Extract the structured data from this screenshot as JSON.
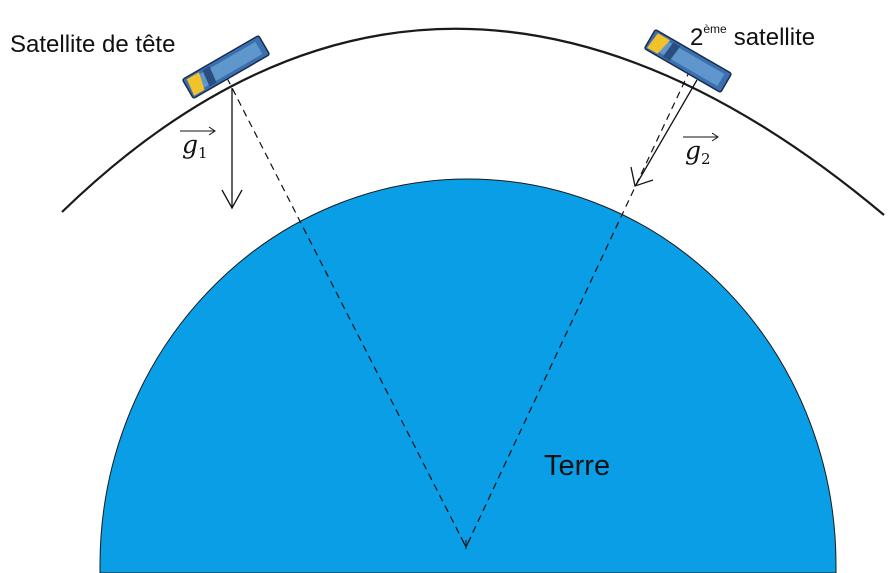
{
  "labels": {
    "lead_satellite": "Satellite de tête",
    "second_sat_prefix": "2",
    "second_sat_sup": "ème",
    "second_sat_word": "satellite",
    "earth": "Terre",
    "g1_base": "g",
    "g1_sub": "1",
    "g2_base": "g",
    "g2_sub": "2"
  },
  "colors": {
    "earth": "#0a9ee6",
    "orbit": "#1a1a1a",
    "background": "#ffffff",
    "satellite_body": "#3a6fb0",
    "satellite_panel": "#f2c22b"
  }
}
